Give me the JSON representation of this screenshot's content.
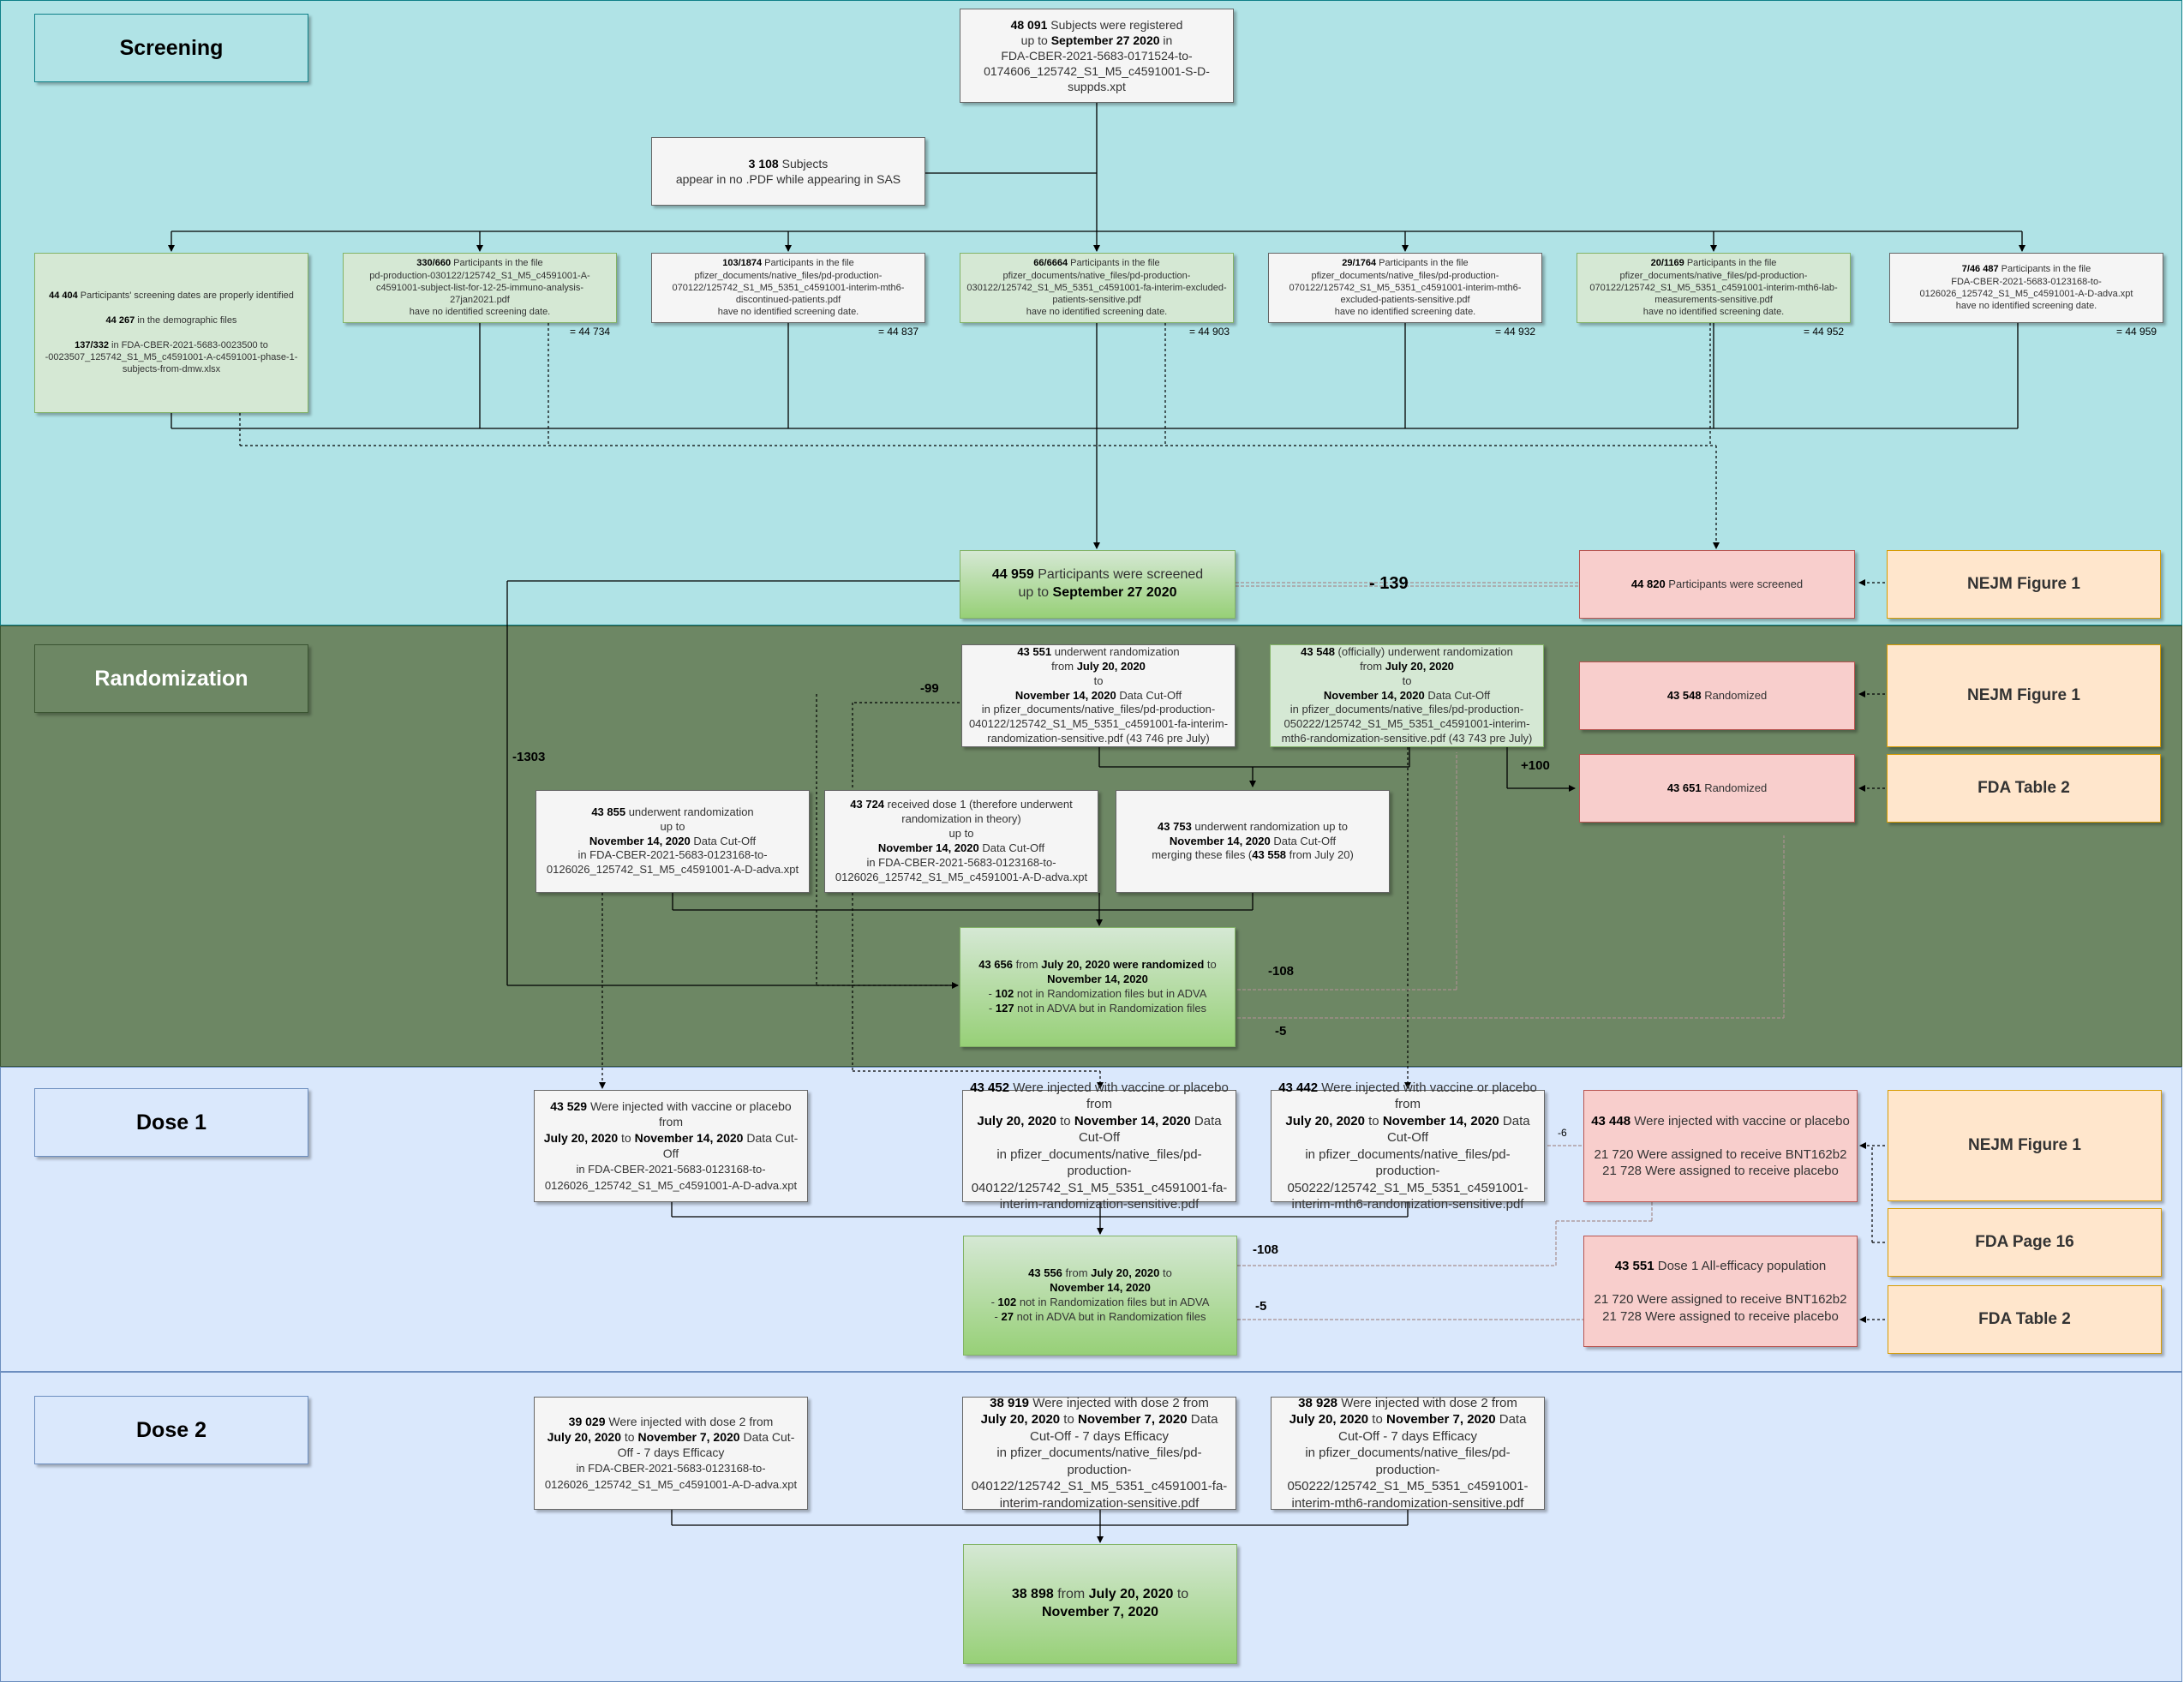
{
  "sections": {
    "screening": "Screening",
    "randomization": "Randomization",
    "dose1": "Dose 1",
    "dose2": "Dose 2"
  },
  "colors": {
    "screening_band": "#b0e3e6",
    "randomization_band": "#6d8764",
    "dose_band": "#dae8fc",
    "green_box": "#d5e8d4",
    "pink_box": "#f8cecc",
    "orange_box": "#ffe6cc"
  },
  "screening": {
    "registered": {
      "count": "48 091",
      "t1": " Subjects were registered",
      "t2": "up to ",
      "date": "September 27 2020",
      "t3": " in",
      "file": "FDA-CBER-2021-5683-0171524-to-0174606_125742_S1_M5_c4591001-S-D-suppds.xpt"
    },
    "sas_only": {
      "count": "3 108",
      "t1": " Subjects",
      "t2": "appear in no .PDF while appearing in SAS"
    },
    "demographic": {
      "count1": "44 404",
      "t1": " Participants' screening dates are properly identified",
      "count2": "44 267",
      "t2": " in the demographic files",
      "count3": "137/332",
      "t3": " in FDA-CBER-2021-5683-0023500 to -0023507_125742_S1_M5_c4591001-A-c4591001-phase-1-subjects-from-dmw.xlsx"
    },
    "files": [
      {
        "count": "330/660",
        "t1": " Participants in the file",
        "file": "pd-production-030122/125742_S1_M5_c4591001-A-c4591001-subject-list-for-12-25-immuno-analysis-27jan2021.pdf",
        "t2": "have no identified screening date.",
        "total": "= 44 734"
      },
      {
        "count": "103/1874",
        "t1": " Participants in the file",
        "file": "pfizer_documents/native_files/pd-production-070122/125742_S1_M5_5351_c4591001-interim-mth6-discontinued-patients.pdf",
        "t2": "have no identified screening date.",
        "total": "= 44 837"
      },
      {
        "count": "66/6664",
        "t1": " Participants in the file",
        "file": "pfizer_documents/native_files/pd-production-030122/125742_S1_M5_5351_c4591001-fa-interim-excluded-patients-sensitive.pdf",
        "t2": "have no identified screening date.",
        "total": "= 44 903"
      },
      {
        "count": "29/1764",
        "t1": " Participants in the file",
        "file": "pfizer_documents/native_files/pd-production-070122/125742_S1_M5_5351_c4591001-interim-mth6-excluded-patients-sensitive.pdf",
        "t2": "have no identified screening date.",
        "total": "= 44 932"
      },
      {
        "count": "20/1169",
        "t1": " Participants in the file",
        "file": "pfizer_documents/native_files/pd-production-070122/125742_S1_M5_5351_c4591001-interim-mth6-lab-measurements-sensitive.pdf",
        "t2": "have no identified screening date.",
        "total": "= 44 952"
      },
      {
        "count": "7/46 487",
        "t1": " Participants in the file",
        "file": "FDA-CBER-2021-5683-0123168-to-0126026_125742_S1_M5_c4591001-A-D-adva.xpt",
        "t2": "have no identified screening date.",
        "total": "= 44 959"
      }
    ],
    "screened": {
      "count": "44 959",
      "t1": " Participants were screened",
      "t2": "up to ",
      "date": "September 27 2020"
    },
    "nejm_screened": {
      "count": "44 820",
      "t1": " Participants were screened"
    },
    "diff": "- 139",
    "ref": "NEJM Figure 1"
  },
  "randomization": {
    "r1": {
      "count": "43 551",
      "t1": " underwent randomization",
      "t2": "from ",
      "d1": "July 20, 2020",
      "t3": "to",
      "d2": "November 14, 2020",
      "t4": " Data Cut-Off",
      "file": "in pfizer_documents/native_files/pd-production-040122/125742_S1_M5_5351_c4591001-fa-interim-randomization-sensitive.pdf (43 746 pre July)"
    },
    "r2": {
      "count": "43 548",
      "t1": " (officially) underwent randomization",
      "t2": "from ",
      "d1": "July 20, 2020",
      "t3": "to",
      "d2": "November 14, 2020",
      "t4": " Data Cut-Off",
      "file": "in pfizer_documents/native_files/pd-production-050222/125742_S1_M5_5351_c4591001-interim-mth6-randomization-sensitive.pdf",
      "pre": " (43 743 pre July)"
    },
    "adva": {
      "count": "43 855",
      "t1": " underwent randomization",
      "t2": "up to",
      "d2": "November 14, 2020",
      "t4": " Data Cut-Off",
      "file": "in FDA-CBER-2021-5683-0123168-to-0126026_125742_S1_M5_c4591001-A-D-adva.xpt"
    },
    "dose1_theory": {
      "count": "43 724",
      "t1": " received dose 1 (therefore underwent randomization in theory)",
      "t2": "up to",
      "d2": "November 14, 2020",
      "t4": " Data Cut-Off",
      "file": "in FDA-CBER-2021-5683-0123168-to-0126026_125742_S1_M5_c4591001-A-D-adva.xpt"
    },
    "merged": {
      "count": "43 753",
      "t1": " underwent randomization up to",
      "d2": "November 14, 2020",
      "t4": " Data Cut-Off",
      "t5": "merging these files (",
      "n2": "43 558",
      "t6": " from July 20)"
    },
    "result": {
      "count": "43 656",
      "t1": " from ",
      "d1": "July 20, 2020",
      "t2": " were randomized",
      "t3": " to",
      "d2": "November 14, 2020",
      "b1": "102",
      "l1": " not in Randomization files but in ADVA",
      "b2": "127",
      "l2": " not in ADVA but in Randomization files"
    },
    "nejm": {
      "count": "43 548",
      "t1": " Randomized"
    },
    "fda": {
      "count": "43 651",
      "t1": " Randomized"
    },
    "ref_nejm": "NEJM Figure 1",
    "ref_fda": "FDA Table 2",
    "label_99": "-99",
    "label_1303": "-1303",
    "label_100": "+100",
    "label_108": "-108",
    "label_5": "-5"
  },
  "dose1": {
    "adva": {
      "count": "43 529",
      "t1": " Were injected with vaccine or placebo from",
      "d1": "July 20, 2020",
      "t2": " to ",
      "d2": "November 14, 2020",
      "t3": " Data Cut-Off",
      "file": "in FDA-CBER-2021-5683-0123168-to-0126026_125742_S1_M5_c4591001-A-D-adva.xpt"
    },
    "fa": {
      "count": "43 452",
      "t1": " Were injected with vaccine or placebo from",
      "d1": "July 20, 2020",
      "t2": " to ",
      "d2": "November 14, 2020",
      "t3": " Data Cut-Off",
      "file": "in pfizer_documents/native_files/pd-production-040122/125742_S1_M5_5351_c4591001-fa-interim-randomization-sensitive.pdf"
    },
    "mth6": {
      "count": "43 442",
      "t1": " Were injected with vaccine or placebo from",
      "d1": "July 20, 2020",
      "t2": " to ",
      "d2": "November 14, 2020",
      "t3": " Data Cut-Off",
      "file": "in pfizer_documents/native_files/pd-production-050222/125742_S1_M5_5351_c4591001-interim-mth6-randomization-sensitive.pdf"
    },
    "nejm": {
      "count": "43 448",
      "t1": " Were injected with vaccine or placebo",
      "l1": "21 720 Were assigned to receive BNT162b2",
      "l2": "21 728 Were assigned to receive placebo"
    },
    "result": {
      "count": "43 556",
      "t1": " from ",
      "d1": "July 20, 2020",
      "t2": " to",
      "d2": "November 14, 2020",
      "b1": "102",
      "l1": " not in Randomization files but in ADVA",
      "b2": "27",
      "l2": " not in ADVA but in Randomization files"
    },
    "fda": {
      "count": "43 551",
      "t1": " Dose 1 All-efficacy population",
      "l1": "21 720 Were assigned to receive BNT162b2",
      "l2": "21 728 Were assigned to receive placebo"
    },
    "ref_nejm": "NEJM Figure 1",
    "ref_fda16": "FDA Page 16",
    "ref_fda_t2": "FDA Table 2",
    "label_6": "-6",
    "label_108": "-108",
    "label_5": "-5"
  },
  "dose2": {
    "adva": {
      "count": "39 029",
      "t1": " Were injected with dose 2 from",
      "d1": "July 20, 2020",
      "t2": " to ",
      "d2": "November 7, 2020",
      "t3": " Data Cut-Off - 7 days Efficacy",
      "file": "in FDA-CBER-2021-5683-0123168-to-0126026_125742_S1_M5_c4591001-A-D-adva.xpt"
    },
    "fa": {
      "count": "38 919",
      "t1": " Were injected with dose 2 from",
      "d1": "July 20, 2020",
      "t2": " to ",
      "d2": "November 7, 2020",
      "t3": " Data Cut-Off - 7 days Efficacy",
      "file": "in pfizer_documents/native_files/pd-production-040122/125742_S1_M5_5351_c4591001-fa-interim-randomization-sensitive.pdf"
    },
    "mth6": {
      "count": "38 928",
      "t1": " Were injected with dose 2 from",
      "d1": "July 20, 2020",
      "t2": " to ",
      "d2": "November 7, 2020",
      "t3": " Data Cut-Off - 7 days Efficacy",
      "file": "in pfizer_documents/native_files/pd-production-050222/125742_S1_M5_5351_c4591001-interim-mth6-randomization-sensitive.pdf"
    },
    "result": {
      "count": "38 898",
      "t1": " from ",
      "d1": "July 20, 2020",
      "t2": " to",
      "d2": "November 7, 2020"
    }
  }
}
